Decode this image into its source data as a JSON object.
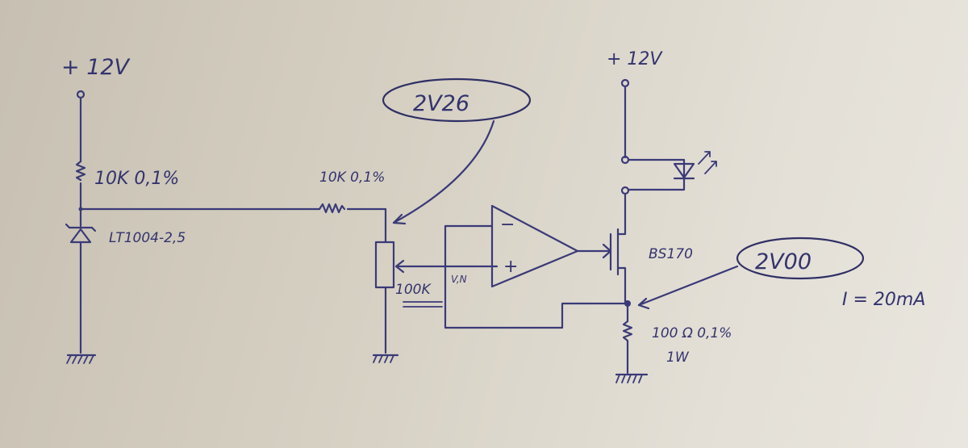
{
  "supply_left": "+ 12V",
  "supply_right": "+ 12V",
  "r1": "10K 0,1%",
  "ref": "LT1004-2,5",
  "r2": "10K 0,1%",
  "pot": "100K",
  "vin": "V,N",
  "opamp_minus": "−",
  "opamp_plus": "+",
  "mosfet": "BS170",
  "v_wiper": "2V26",
  "v_source": "2V00",
  "current": "I = 20mA",
  "r_sense": "100 Ω 0,1%",
  "r_sense_power": "1W"
}
